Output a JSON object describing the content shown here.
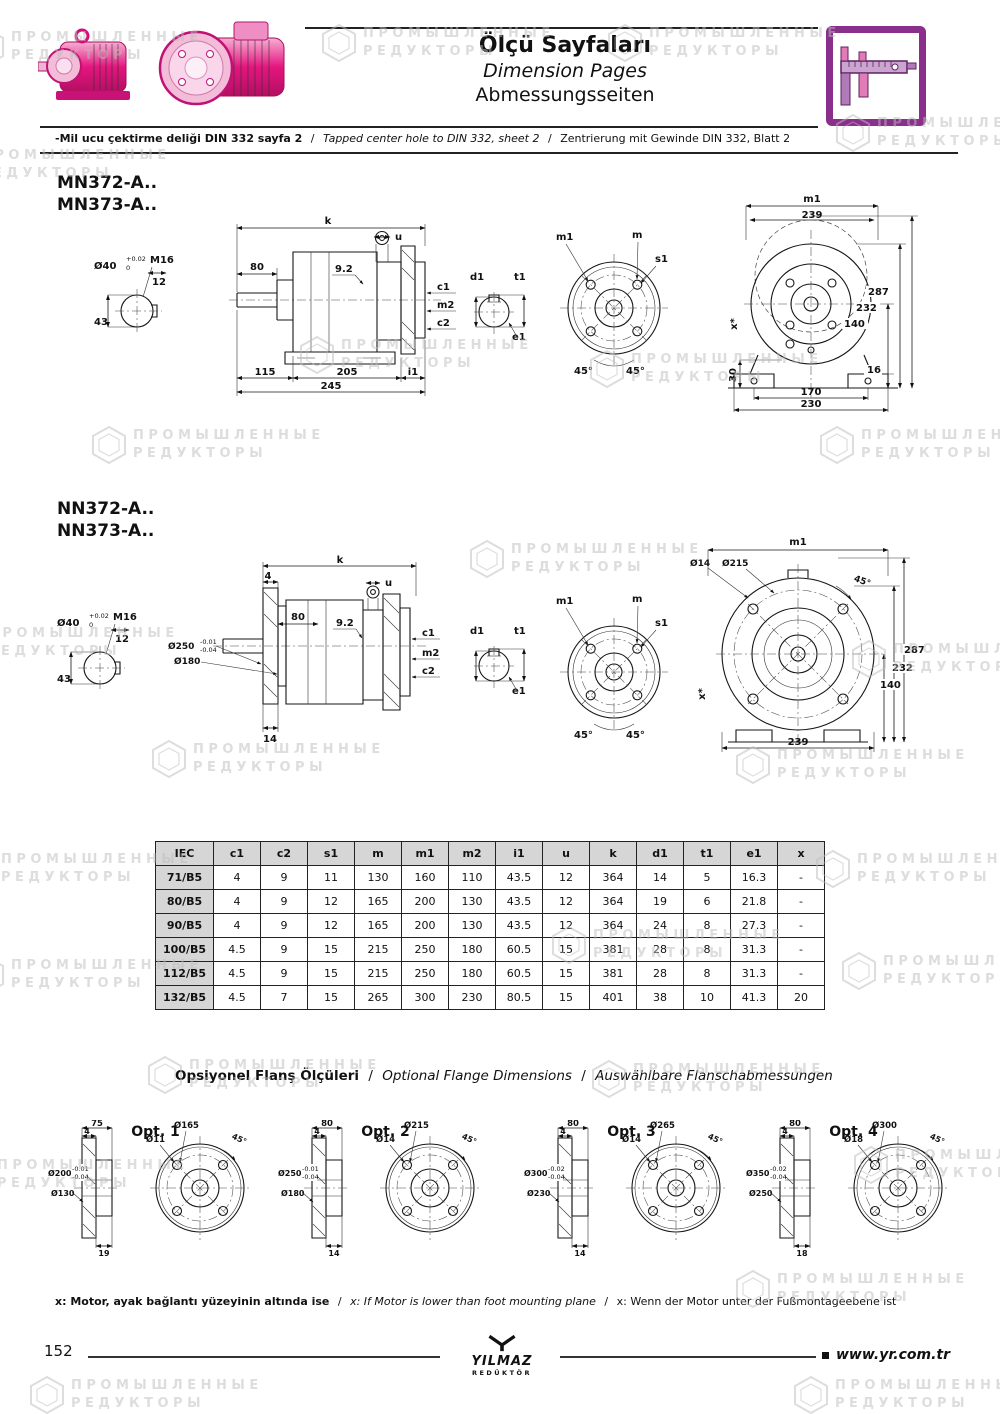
{
  "sep": "/",
  "header": {
    "title_tr": "Ölçü Sayfaları",
    "title_en": "Dimension Pages",
    "title_de": "Abmessungsseiten",
    "note_tr": "-Mil ucu çektirme deliği DIN 332 sayfa 2",
    "note_en": "Tapped center hole to DIN 332, sheet 2",
    "note_de": "Zentrierung mit Gewinde DIN 332, Blatt 2"
  },
  "watermark": {
    "line1": "ПРОМЫШЛЕННЫЕ",
    "line2": "РЕДУКТОРЫ"
  },
  "sections": {
    "mn": {
      "model1": "MN372-A..",
      "model2": "MN373-A..",
      "shaft": {
        "dia": "Ø40",
        "tol_top": "+0.02",
        "tol_bot": "0",
        "thread": "M16",
        "len12": "12",
        "len43": "43"
      },
      "side": {
        "k": "k",
        "u": "u",
        "n80": "80",
        "n92": "9.2",
        "c1": "c1",
        "m2": "m2",
        "c2": "c2",
        "n115": "115",
        "n205": "205",
        "i1": "i1",
        "n245": "245"
      },
      "hub": {
        "d1": "d1",
        "t1": "t1",
        "e1": "e1"
      },
      "front": {
        "m1": "m1",
        "m": "m",
        "s1": "s1",
        "a1": "45°",
        "a2": "45°"
      },
      "rear": {
        "m1": "m1",
        "n239": "239",
        "n287": "287",
        "n232": "232",
        "n140": "140",
        "n30": "30",
        "n16": "16",
        "n170": "170",
        "n230": "230",
        "x": "x*"
      }
    },
    "nn": {
      "model1": "NN372-A..",
      "model2": "NN373-A..",
      "shaft": {
        "dia": "Ø40",
        "tol_top": "+0.02",
        "tol_bot": "0",
        "thread": "M16",
        "len12": "12",
        "len43": "43"
      },
      "side": {
        "k": "k",
        "n4": "4",
        "u": "u",
        "n80": "80",
        "n92": "9.2",
        "c1": "c1",
        "m2": "m2",
        "c2": "c2",
        "dia250": "Ø250",
        "tol_top": "-0.01",
        "tol_bot": "-0.04",
        "dia180": "Ø180",
        "n14": "14"
      },
      "hub": {
        "d1": "d1",
        "t1": "t1",
        "e1": "e1"
      },
      "front": {
        "m1": "m1",
        "m": "m",
        "s1": "s1",
        "a1": "45°",
        "a2": "45°"
      },
      "rear": {
        "m1": "m1",
        "dia14": "Ø14",
        "dia215": "Ø215",
        "a45": "45°",
        "n287": "287",
        "n232": "232",
        "n140": "140",
        "n239": "239",
        "x": "x*"
      }
    }
  },
  "table": {
    "headers": [
      "IEC",
      "c1",
      "c2",
      "s1",
      "m",
      "m1",
      "m2",
      "i1",
      "u",
      "k",
      "d1",
      "t1",
      "e1",
      "x"
    ],
    "rows": [
      [
        "71/B5",
        "4",
        "9",
        "11",
        "130",
        "160",
        "110",
        "43.5",
        "12",
        "364",
        "14",
        "5",
        "16.3",
        "-"
      ],
      [
        "80/B5",
        "4",
        "9",
        "12",
        "165",
        "200",
        "130",
        "43.5",
        "12",
        "364",
        "19",
        "6",
        "21.8",
        "-"
      ],
      [
        "90/B5",
        "4",
        "9",
        "12",
        "165",
        "200",
        "130",
        "43.5",
        "12",
        "364",
        "24",
        "8",
        "27.3",
        "-"
      ],
      [
        "100/B5",
        "4.5",
        "9",
        "15",
        "215",
        "250",
        "180",
        "60.5",
        "15",
        "381",
        "28",
        "8",
        "31.3",
        "-"
      ],
      [
        "112/B5",
        "4.5",
        "9",
        "15",
        "215",
        "250",
        "180",
        "60.5",
        "15",
        "381",
        "28",
        "8",
        "31.3",
        "-"
      ],
      [
        "132/B5",
        "4.5",
        "7",
        "15",
        "265",
        "300",
        "230",
        "80.5",
        "15",
        "401",
        "38",
        "10",
        "41.3",
        "20"
      ]
    ]
  },
  "flange": {
    "title_tr": "Opsiyonel Flanş Ölçüleri",
    "title_en": "Optional Flange Dimensions",
    "title_de": "Auswählbare Flanschabmessungen",
    "options": [
      {
        "label": "Opt. 1",
        "w": "75",
        "t": "4",
        "bc": "Ø165",
        "hole": "Ø11",
        "angle": "45°",
        "pilot": "Ø200",
        "tol_top": "-0.01",
        "tol_bot": "-0.04",
        "inner": "Ø130",
        "depth": "19"
      },
      {
        "label": "Opt. 2",
        "w": "80",
        "t": "4",
        "bc": "Ø215",
        "hole": "Ø14",
        "angle": "45°",
        "pilot": "Ø250",
        "tol_top": "-0.01",
        "tol_bot": "-0.04",
        "inner": "Ø180",
        "depth": "14"
      },
      {
        "label": "Opt. 3",
        "w": "80",
        "t": "4",
        "bc": "Ø265",
        "hole": "Ø14",
        "angle": "45°",
        "pilot": "Ø300",
        "tol_top": "-0.02",
        "tol_bot": "-0.04",
        "inner": "Ø230",
        "depth": "14"
      },
      {
        "label": "Opt. 4",
        "w": "80",
        "t": "4",
        "bc": "Ø300",
        "hole": "Ø18",
        "angle": "45°",
        "pilot": "Ø350",
        "tol_top": "-0.02",
        "tol_bot": "-0.04",
        "inner": "Ø250",
        "depth": "18"
      }
    ]
  },
  "footnote": {
    "tr": "x: Motor, ayak bağlantı yüzeyinin altında ise",
    "en": "x: If Motor is lower than foot mounting plane",
    "de": "x: Wenn der Motor unter der Fußmontageebene ist"
  },
  "footer": {
    "page": "152",
    "brand_line1": "YILMAZ",
    "brand_line2": "REDÜKTÖR",
    "url": "www.yr.com.tr"
  }
}
